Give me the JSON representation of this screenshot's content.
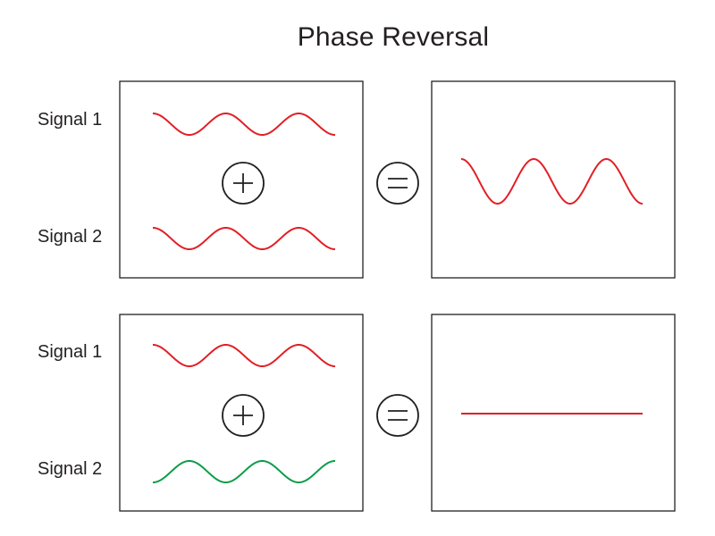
{
  "title": "Phase Reversal",
  "colors": {
    "in_phase": "#e21f26",
    "reversed": "#0c9d48",
    "ink": "#231f20"
  },
  "icons": {
    "plus": "plus-circle-icon",
    "equals": "equals-circle-icon"
  },
  "rows": [
    {
      "signal1_label": "Signal 1",
      "signal2_label": "Signal 2",
      "signal1_phase": "normal",
      "signal2_phase": "normal",
      "result": "doubled-amplitude"
    },
    {
      "signal1_label": "Signal 1",
      "signal2_label": "Signal 2",
      "signal1_phase": "normal",
      "signal2_phase": "reversed",
      "result": "cancelled"
    }
  ]
}
